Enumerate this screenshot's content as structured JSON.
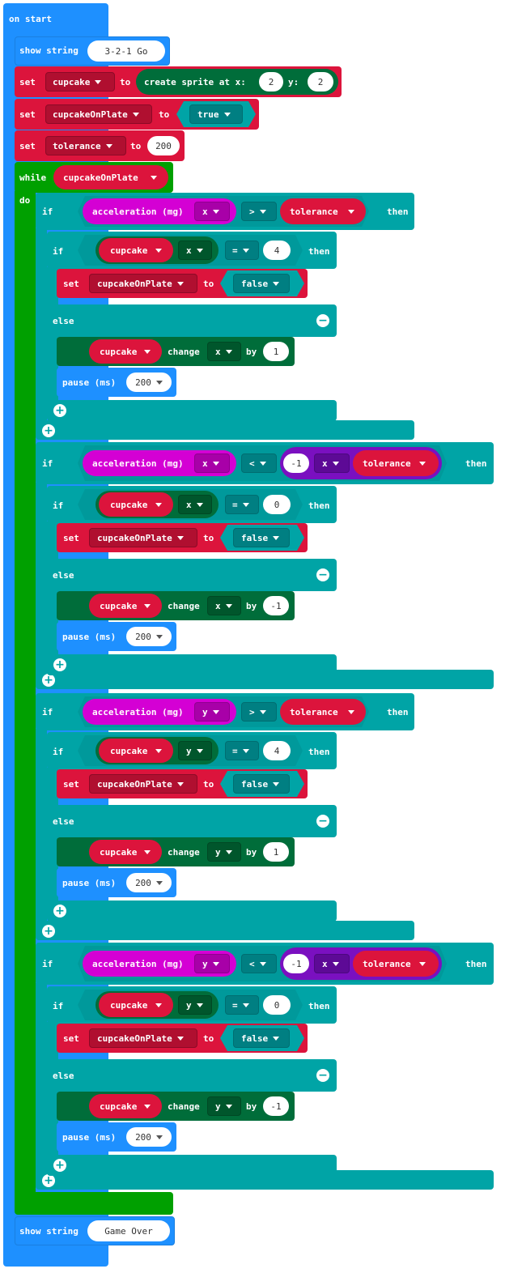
{
  "on_start": "on start",
  "show1": {
    "label": "show string",
    "value": "3-2-1 Go"
  },
  "set_cupcake": {
    "set": "set",
    "var": "cupcake",
    "to": "to",
    "create": "create sprite at x:",
    "x": "2",
    "ylabel": "y:",
    "y": "2"
  },
  "set_onplate": {
    "set": "set",
    "var": "cupcakeOnPlate",
    "to": "to",
    "value": "true"
  },
  "set_tol": {
    "set": "set",
    "var": "tolerance",
    "to": "to",
    "value": "200"
  },
  "while": {
    "label": "while",
    "cond": "cupcakeOnPlate",
    "do": "do"
  },
  "kw": {
    "if": "if",
    "then": "then",
    "else": "else",
    "accel": "acceleration (mg)",
    "tolerance": "tolerance",
    "cupcake": "cupcake",
    "change": "change",
    "by": "by",
    "set": "set",
    "var": "cupcakeOnPlate",
    "to": "to",
    "false": "false",
    "pause": "pause (ms)",
    "pause_val": "200",
    "neg1": "-1",
    "times": "x"
  },
  "sections": [
    {
      "axis": "x",
      "op": ">",
      "mul": false,
      "eq": "4",
      "by": "1"
    },
    {
      "axis": "x",
      "op": "<",
      "mul": true,
      "eq": "0",
      "by": "-1"
    },
    {
      "axis": "y",
      "op": ">",
      "mul": false,
      "eq": "4",
      "by": "1"
    },
    {
      "axis": "y",
      "op": "<",
      "mul": true,
      "eq": "0",
      "by": "-1"
    }
  ],
  "eq_op": "=",
  "show2": {
    "label": "show string",
    "value": "Game Over"
  },
  "colors": {
    "basic": "#1e90ff",
    "variables": "#dc143c",
    "loops": "#00a000",
    "logic": "#00a4a6",
    "game": "#006d3a",
    "input": "#d400d4",
    "math": "#7a10c0"
  },
  "icons": {
    "minus": "minus-circle-icon",
    "plus": "plus-circle-icon",
    "dropdown": "chevron-down-icon"
  }
}
